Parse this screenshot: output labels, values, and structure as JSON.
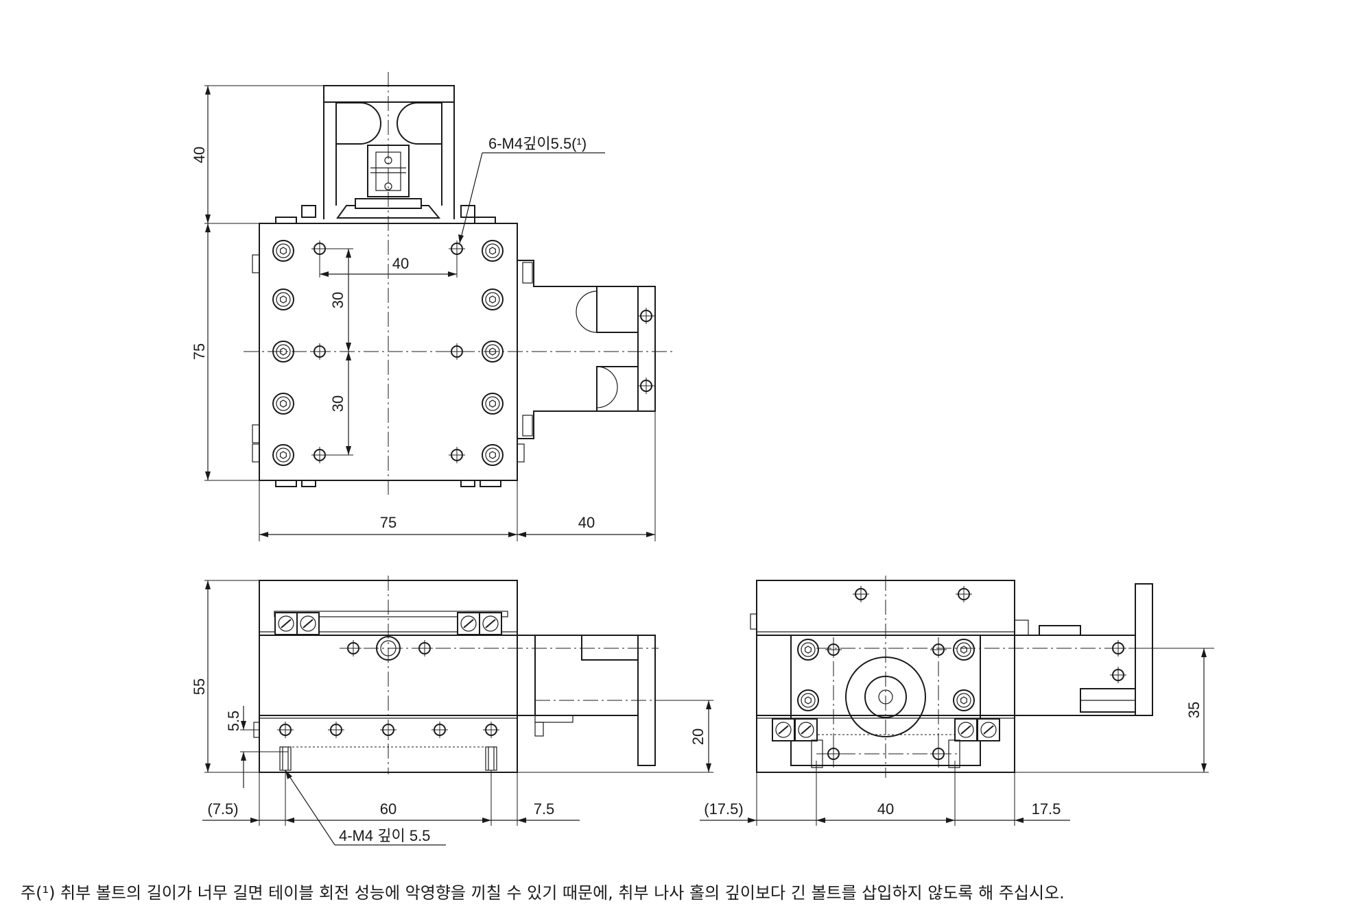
{
  "dims": {
    "top_height": "40",
    "body_height": "75",
    "width_75": "75",
    "width_40_side": "40",
    "hole_spacing_40": "40",
    "hole_spacing_30a": "30",
    "hole_spacing_30b": "30",
    "front_height": "55",
    "front_5_5": "5.5",
    "front_20": "20",
    "front_7_5_left": "(7.5)",
    "front_60": "60",
    "front_7_5_right": "7.5",
    "side_17_5_left": "(17.5)",
    "side_40": "40",
    "side_17_5_right": "17.5",
    "side_35": "35"
  },
  "callouts": {
    "top_holes": "6-M4깊이5.5(¹)",
    "bottom_holes": "4-M4 깊이 5.5"
  },
  "footnote": "주(¹)   취부 볼트의 길이가 너무 길면 테이블 회전 성능에 악영향을 끼칠 수 있기 때문에, 취부 나사 홀의 깊이보다 긴 볼트를 삽입하지 않도록 해 주십시오."
}
